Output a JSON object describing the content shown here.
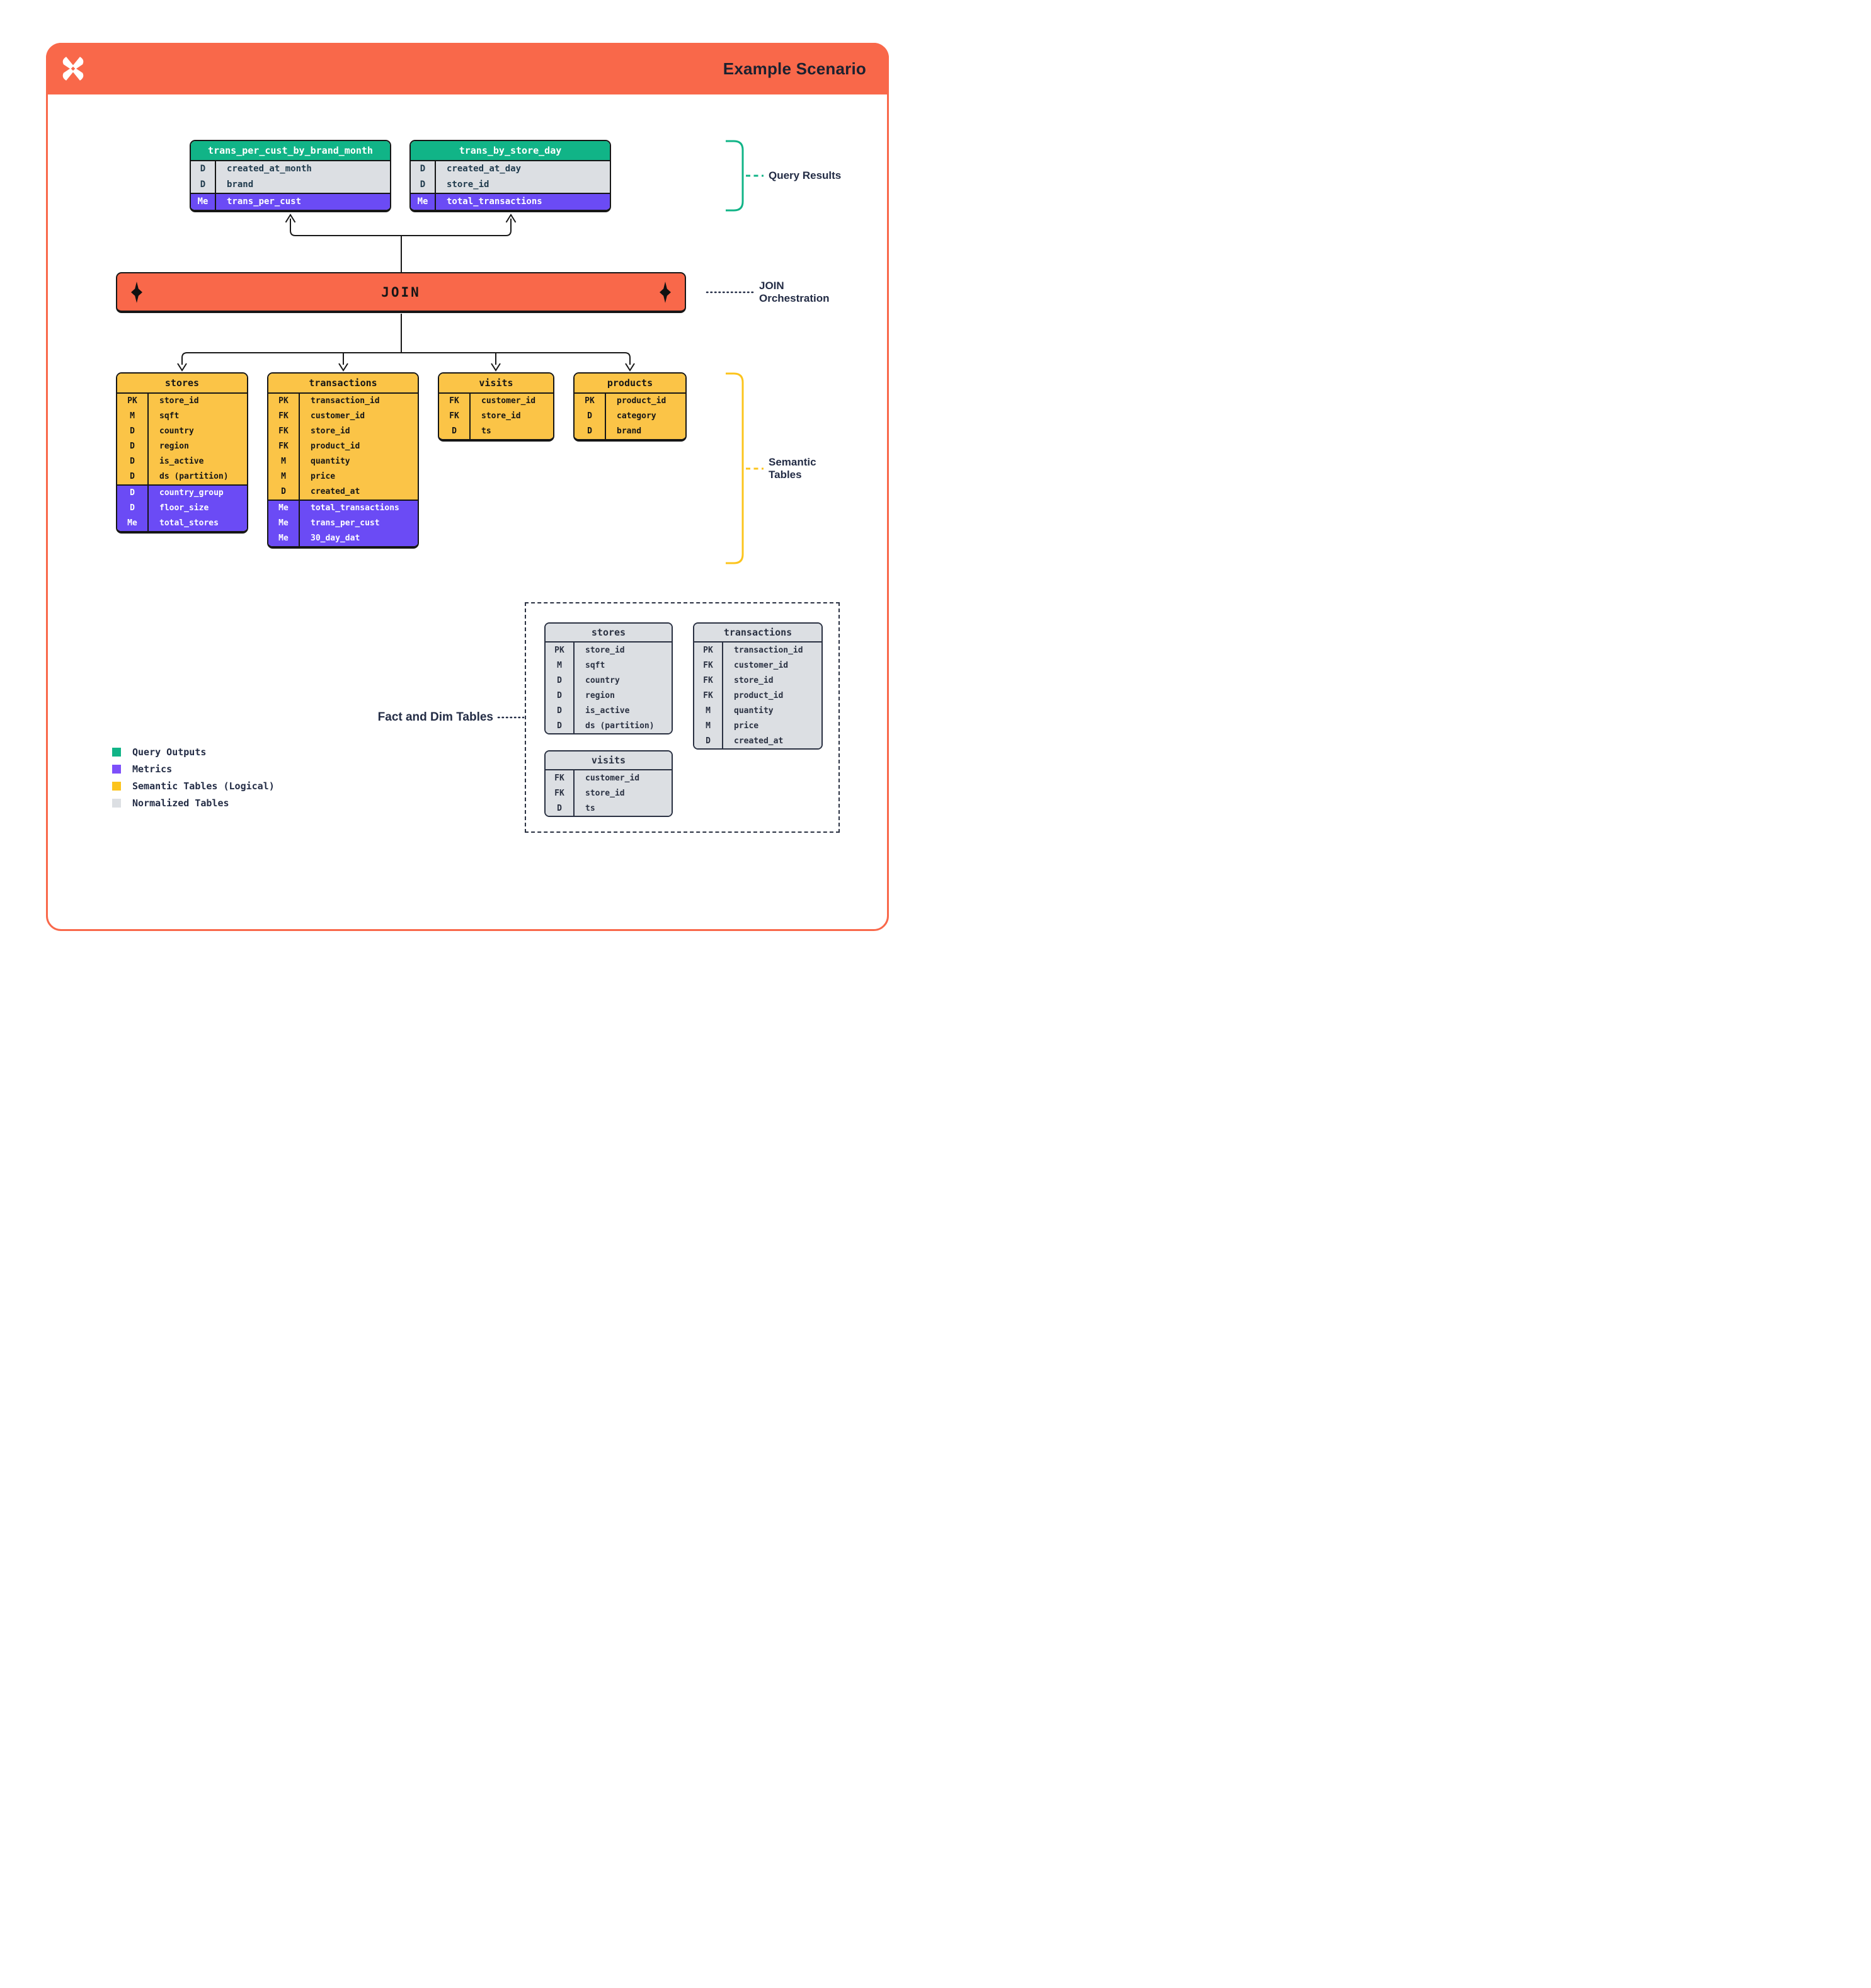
{
  "header": {
    "title": "Example Scenario"
  },
  "join": {
    "label": "JOIN"
  },
  "annotations": {
    "query_results": {
      "label": "Query Results"
    },
    "join_orchestration": {
      "line1": "JOIN",
      "line2": "Orchestration"
    },
    "semantic_tables": {
      "line1": "Semantic",
      "line2": "Tables"
    },
    "fact_dim": {
      "label": "Fact and Dim Tables"
    }
  },
  "colors": {
    "accent_orange": "#F9684A",
    "query_output_green": "#11B487",
    "metric_purple": "#6B4BF5",
    "semantic_yellow": "#FBC447",
    "normalized_gray": "#DCDFE3",
    "label_navy": "#232C45"
  },
  "legend": {
    "items": [
      {
        "label": "Query Outputs",
        "color": "#11B487"
      },
      {
        "label": "Metrics",
        "color": "#7D4FFA"
      },
      {
        "label": "Semantic Tables (Logical)",
        "color": "#FCC41D"
      },
      {
        "label": "Normalized Tables",
        "color": "#DCDFE3"
      }
    ]
  },
  "tables": {
    "q1": {
      "title": "trans_per_cust_by_brand_month",
      "kind": "query",
      "sections": [
        {
          "kind": "dim",
          "rows": [
            [
              "D",
              "created_at_month"
            ],
            [
              "D",
              "brand"
            ]
          ]
        },
        {
          "kind": "metric",
          "rows": [
            [
              "Me",
              "trans_per_cust"
            ]
          ]
        }
      ]
    },
    "q2": {
      "title": "trans_by_store_day",
      "kind": "query",
      "sections": [
        {
          "kind": "dim",
          "rows": [
            [
              "D",
              "created_at_day"
            ],
            [
              "D",
              "store_id"
            ]
          ]
        },
        {
          "kind": "metric",
          "rows": [
            [
              "Me",
              "total_transactions"
            ]
          ]
        }
      ]
    },
    "s_stores": {
      "title": "stores",
      "kind": "semantic",
      "sections": [
        {
          "kind": "dim",
          "rows": [
            [
              "PK",
              "store_id"
            ],
            [
              "M",
              "sqft"
            ],
            [
              "D",
              "country"
            ],
            [
              "D",
              "region"
            ],
            [
              "D",
              "is_active"
            ],
            [
              "D",
              "ds (partition)"
            ]
          ]
        },
        {
          "kind": "metric",
          "rows": [
            [
              "D",
              "country_group"
            ],
            [
              "D",
              "floor_size"
            ],
            [
              "Me",
              "total_stores"
            ]
          ]
        }
      ]
    },
    "s_transactions": {
      "title": "transactions",
      "kind": "semantic",
      "sections": [
        {
          "kind": "dim",
          "rows": [
            [
              "PK",
              "transaction_id"
            ],
            [
              "FK",
              "customer_id"
            ],
            [
              "FK",
              "store_id"
            ],
            [
              "FK",
              "product_id"
            ],
            [
              "M",
              "quantity"
            ],
            [
              "M",
              "price"
            ],
            [
              "D",
              "created_at"
            ]
          ]
        },
        {
          "kind": "metric",
          "rows": [
            [
              "Me",
              "total_transactions"
            ],
            [
              "Me",
              "trans_per_cust"
            ],
            [
              "Me",
              "30_day_dat"
            ]
          ]
        }
      ]
    },
    "s_visits": {
      "title": "visits",
      "kind": "semantic",
      "sections": [
        {
          "kind": "dim",
          "rows": [
            [
              "FK",
              "customer_id"
            ],
            [
              "FK",
              "store_id"
            ],
            [
              "D",
              "ts"
            ]
          ]
        }
      ]
    },
    "s_products": {
      "title": "products",
      "kind": "semantic",
      "sections": [
        {
          "kind": "dim",
          "rows": [
            [
              "PK",
              "product_id"
            ],
            [
              "D",
              "category"
            ],
            [
              "D",
              "brand"
            ]
          ]
        }
      ]
    },
    "n_stores": {
      "title": "stores",
      "kind": "normalized",
      "sections": [
        {
          "kind": "dim",
          "rows": [
            [
              "PK",
              "store_id"
            ],
            [
              "M",
              "sqft"
            ],
            [
              "D",
              "country"
            ],
            [
              "D",
              "region"
            ],
            [
              "D",
              "is_active"
            ],
            [
              "D",
              "ds (partition)"
            ]
          ]
        }
      ]
    },
    "n_transactions": {
      "title": "transactions",
      "kind": "normalized",
      "sections": [
        {
          "kind": "dim",
          "rows": [
            [
              "PK",
              "transaction_id"
            ],
            [
              "FK",
              "customer_id"
            ],
            [
              "FK",
              "store_id"
            ],
            [
              "FK",
              "product_id"
            ],
            [
              "M",
              "quantity"
            ],
            [
              "M",
              "price"
            ],
            [
              "D",
              "created_at"
            ]
          ]
        }
      ]
    },
    "n_visits": {
      "title": "visits",
      "kind": "normalized",
      "sections": [
        {
          "kind": "dim",
          "rows": [
            [
              "FK",
              "customer_id"
            ],
            [
              "FK",
              "store_id"
            ],
            [
              "D",
              "ts"
            ]
          ]
        }
      ]
    }
  }
}
